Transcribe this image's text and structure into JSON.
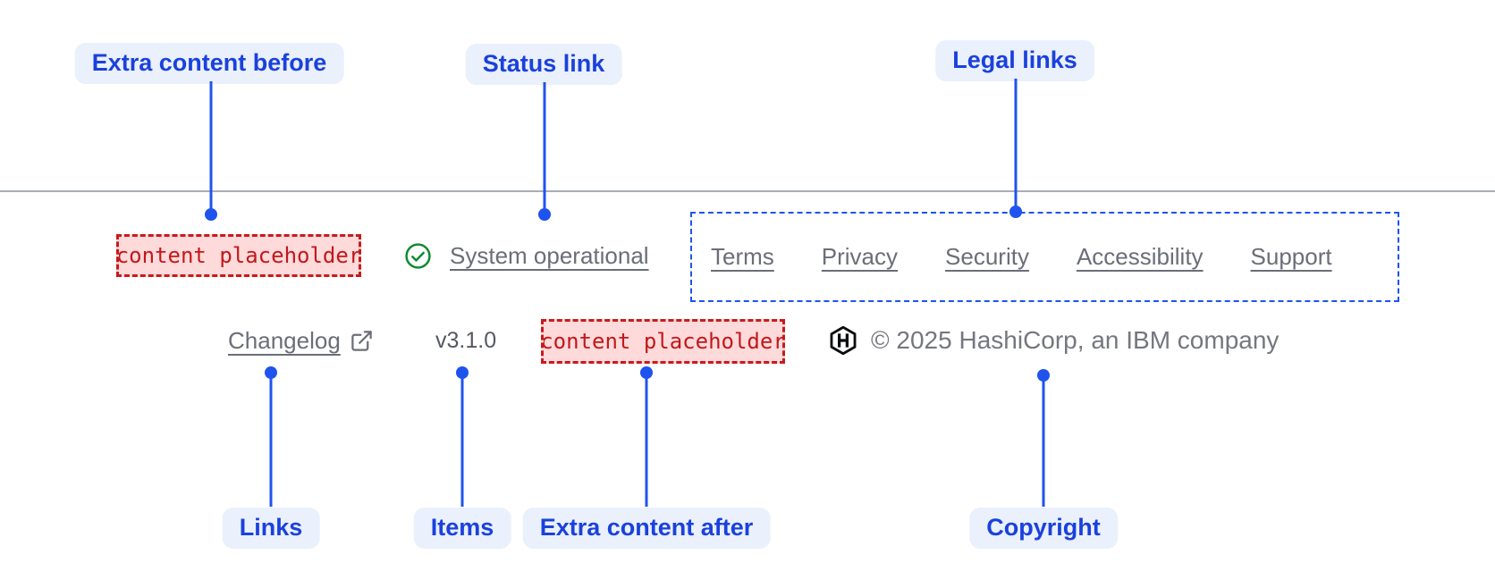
{
  "colors": {
    "accent_blue": "#1f53ee",
    "annotation_label_text": "#1a41dd",
    "annotation_label_bg": "#eaf0fc",
    "link_gray": "#6b6e78",
    "version_gray": "#565962",
    "copyright_gray": "#75777f",
    "placeholder_text_red": "#c2181a",
    "placeholder_border_red": "#c81a1c",
    "placeholder_bg_pink": "#ffdadb",
    "status_green": "#0b8a2d",
    "divider_gray": "#a9adb6",
    "logo_black": "#0b0c0e"
  },
  "icons": {
    "status": "check-circle-icon",
    "changelog": "external-link-icon",
    "brand": "hashicorp-logo-icon"
  },
  "annotations": {
    "top": [
      {
        "label": "Extra content before"
      },
      {
        "label": "Status link"
      },
      {
        "label": "Legal links"
      }
    ],
    "bottom": [
      {
        "label": "Links"
      },
      {
        "label": "Items"
      },
      {
        "label": "Extra content after"
      },
      {
        "label": "Copyright"
      }
    ]
  },
  "footer": {
    "extra_content_before": {
      "placeholder": "content placeholder"
    },
    "status": {
      "label": "System operational"
    },
    "legal_links": [
      "Terms",
      "Privacy",
      "Security",
      "Accessibility",
      "Support"
    ],
    "links": [
      {
        "label": "Changelog",
        "external": true
      }
    ],
    "items": [
      {
        "label": "v3.1.0"
      }
    ],
    "extra_content_after": {
      "placeholder": "content placeholder"
    },
    "copyright": {
      "label": "© 2025 HashiCorp, an IBM company"
    }
  }
}
